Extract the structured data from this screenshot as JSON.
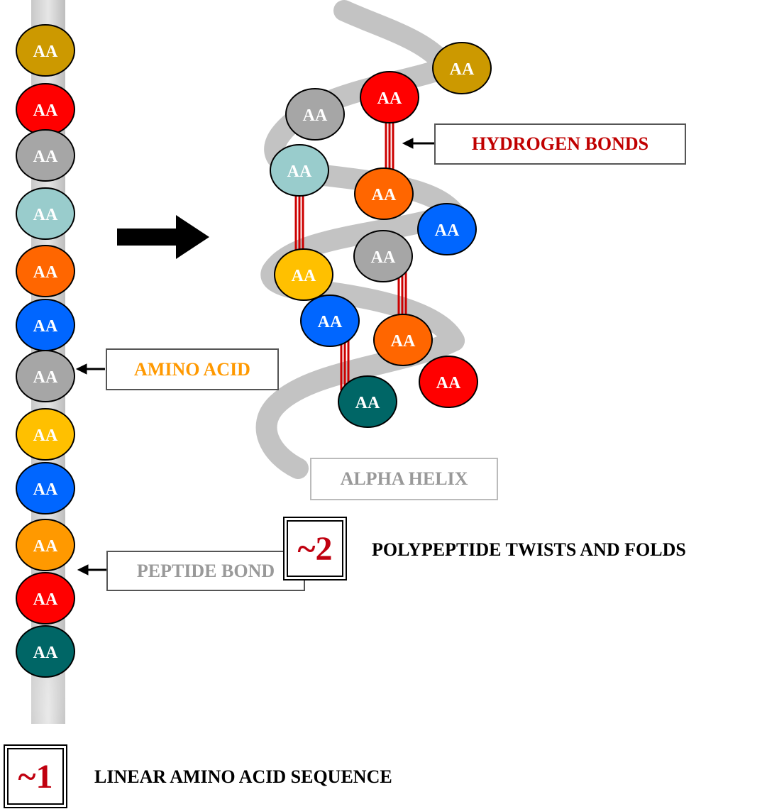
{
  "colors": {
    "gold": "#cc9900",
    "red": "#ff0000",
    "gray": "#a6a6a6",
    "lightblue": "#99cccc",
    "orange": "#ff6600",
    "blue": "#0066ff",
    "yellow": "#ffc000",
    "amber": "#ff9900",
    "teal": "#006666",
    "bond": "#cc0000"
  },
  "residue_label": "AA",
  "linear_chain": [
    "gold",
    "red",
    "gray",
    "lightblue",
    "orange",
    "blue",
    "gray",
    "yellow",
    "blue",
    "amber",
    "red",
    "teal"
  ],
  "helix_residues": [
    "gold",
    "red",
    "gray",
    "lightblue",
    "orange",
    "blue",
    "gray",
    "yellow",
    "blue",
    "orange",
    "red",
    "teal"
  ],
  "labels": {
    "amino_acid": "AMINO ACID",
    "peptide_bond": "PEPTIDE BOND",
    "hydrogen_bonds": "HYDROGEN BONDS",
    "alpha_helix": "ALPHA HELIX"
  },
  "steps": {
    "step1_number": "~1",
    "step1_text": "LINEAR AMINO ACID SEQUENCE",
    "step2_number": "~2",
    "step2_text": "POLYPEPTIDE  TWISTS AND FOLDS"
  }
}
